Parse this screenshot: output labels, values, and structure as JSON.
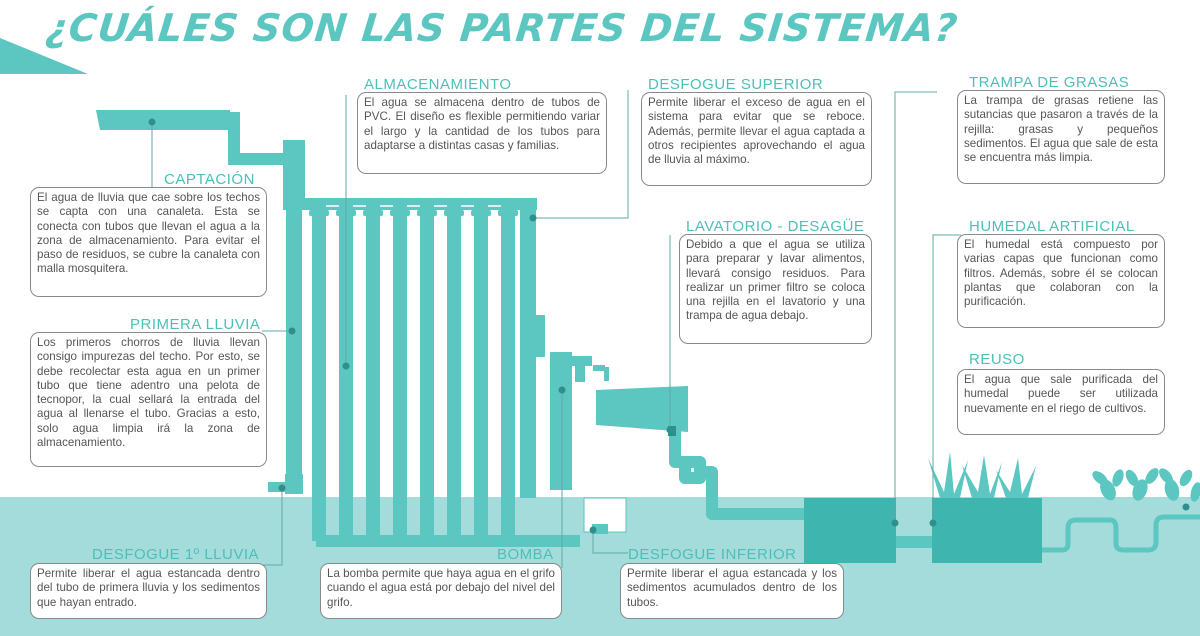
{
  "title": "¿CUÁLES SON LAS PARTES DEL SISTEMA?",
  "sections": {
    "captacion": {
      "heading": "CAPTACIÓN",
      "text": "El agua de lluvia que cae sobre los techos se capta con una canaleta. Esta se conecta con tubos que llevan el agua a la zona de almacenamiento. Para evitar el paso de residuos, se cubre la canaleta con malla mosquitera."
    },
    "primera_lluvia": {
      "heading": "PRIMERA LLUVIA",
      "text": "Los primeros chorros de lluvia llevan consigo impurezas del techo. Por esto, se debe recolectar esta agua en un primer tubo que tiene adentro una pelota de tecnopor, la cual sellará la entrada del agua al llenarse el tubo. Gracias a esto, solo agua limpia irá la zona de almacenamiento."
    },
    "almacenamiento": {
      "heading": "ALMACENAMIENTO",
      "text": "El agua se almacena dentro de tubos de PVC. El diseño es flexible permitiendo variar el largo y la cantidad de los tubos para adaptarse a distintas casas y familias."
    },
    "desfogue_superior": {
      "heading": "DESFOGUE SUPERIOR",
      "text": "Permite liberar el exceso de agua en el sistema para evitar que se reboce. Además, permite llevar el agua captada a otros recipientes aprovechando el agua de lluvia al máximo."
    },
    "lavatorio": {
      "heading": "LAVATORIO - DESAGÜE",
      "text": "Debido a que el agua se utiliza para preparar y lavar alimentos, llevará consigo residuos. Para realizar un primer filtro se coloca una rejilla en el lavatorio y una trampa de agua debajo."
    },
    "trampa_grasas": {
      "heading": "TRAMPA DE GRASAS",
      "text": "La trampa de grasas retiene las sutancias que pasaron a través de la rejilla: grasas y pequeños sedimentos. El agua que sale de esta se encuentra más limpia."
    },
    "humedal": {
      "heading": "HUMEDAL ARTIFICIAL",
      "text": "El humedal está compuesto por varias capas que funcionan como filtros. Además, sobre él se colocan plantas que colaboran con la purificación."
    },
    "reuso": {
      "heading": "REUSO",
      "text": "El agua que sale purificada del humedal puede ser utilizada nuevamente en el riego de cultivos."
    },
    "desfogue_1_lluvia": {
      "heading": "DESFOGUE 1º LLUVIA",
      "text": "Permite liberar el agua estancada dentro del tubo de primera lluvia y los sedimentos que hayan entrado."
    },
    "bomba": {
      "heading": "BOMBA",
      "text": "La bomba permite que haya agua en el grifo cuando el agua está por debajo del nivel del grifo."
    },
    "desfogue_inferior": {
      "heading": "DESFOGUE INFERIOR",
      "text": "Permite liberar el agua estancada y los sedimentos acumulados dentro de los tubos."
    }
  },
  "colors": {
    "teal": "#5cc6c0",
    "ground": "#a4dcdc",
    "dark": "#2e8f8b",
    "text": "#555555",
    "border": "#8a8a8a"
  }
}
